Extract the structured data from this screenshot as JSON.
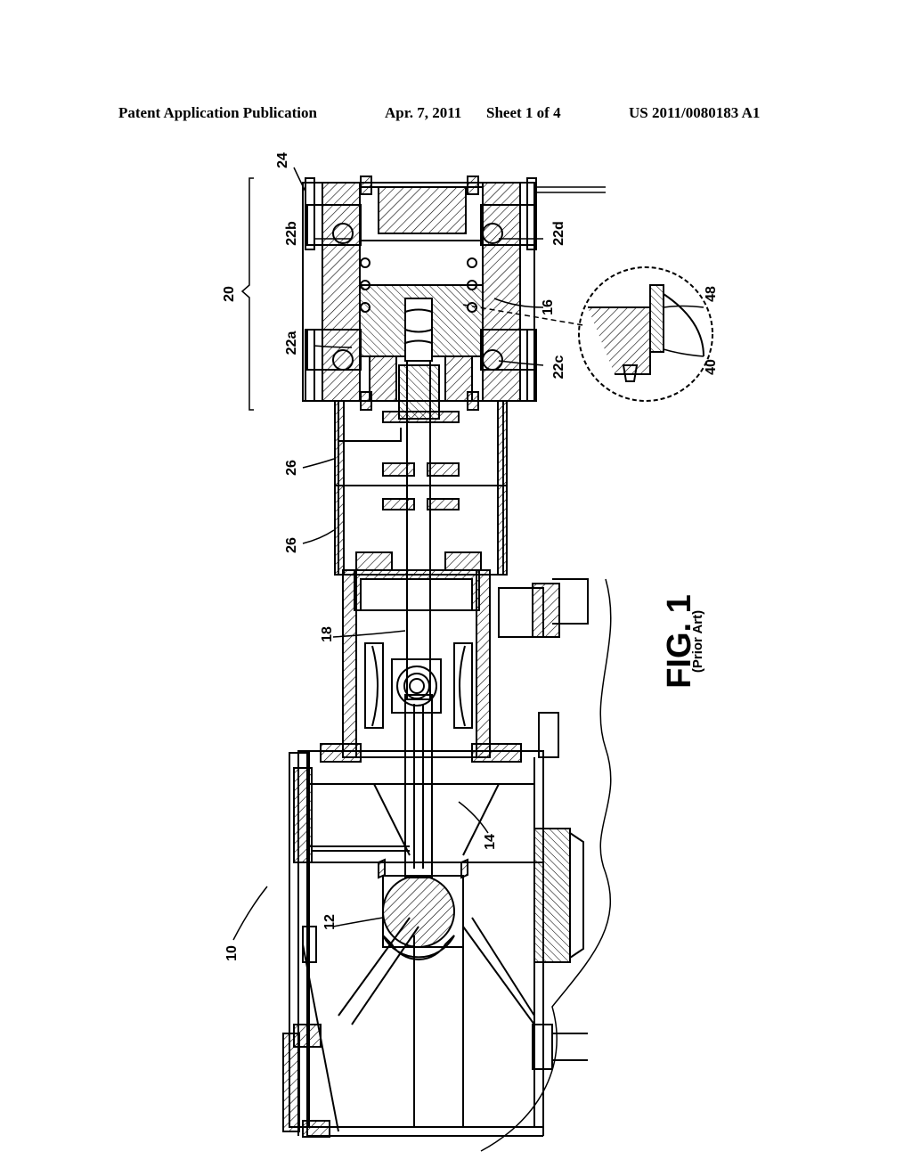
{
  "header": {
    "publication": "Patent Application Publication",
    "date": "Apr. 7, 2011",
    "sheet": "Sheet 1 of 4",
    "number": "US 2011/0080183 A1"
  },
  "figure": {
    "title": "FIG. 1",
    "subtitle": "(Prior Art)"
  },
  "labels": {
    "l10": "10",
    "l12": "12",
    "l14": "14",
    "l16": "16",
    "l18": "18",
    "l20": "20",
    "l22a": "22a",
    "l22b": "22b",
    "l22c": "22c",
    "l22d": "22d",
    "l24": "24",
    "l26a": "26",
    "l26b": "26",
    "l40": "40",
    "l48": "48"
  },
  "colors": {
    "line": "#000000",
    "background": "#ffffff",
    "hatch": "#000000"
  }
}
